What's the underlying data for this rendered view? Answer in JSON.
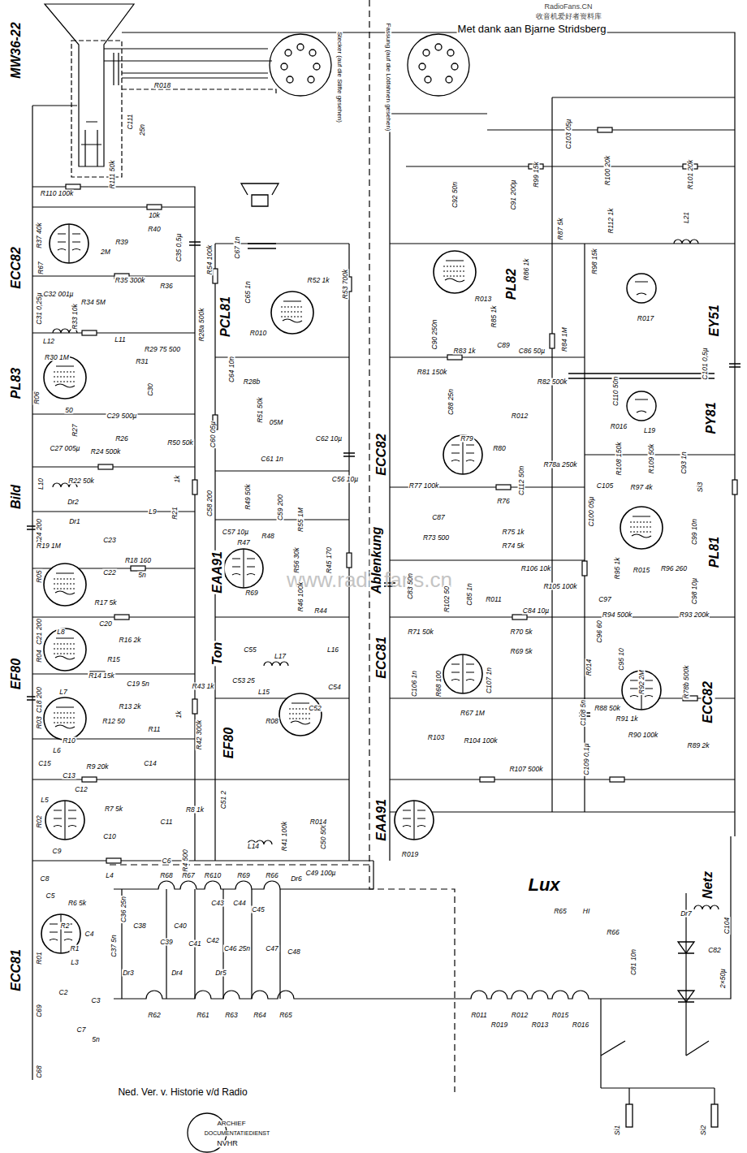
{
  "diagram": {
    "labels": [
      "RadioFans.CN",
      "收音机爱好者资料库",
      "Met dank aan Bjarne Stridsberg",
      "MW36-22",
      "ECC82",
      "PL83",
      "Bild",
      "EF80",
      "ECC81",
      "PCL81",
      "EAA91",
      "Ton",
      "EF80",
      "Ablenkung",
      "PL82",
      "EY51",
      "PY81",
      "ECC82",
      "PL81",
      "ECC81",
      "ECC82",
      "EAA91",
      "Lux",
      "Netz",
      "Ned. Ver. v. Historie v/d Radio",
      "ARCHIEF",
      "DOCUMENTATIEDIENST",
      "NVHR",
      "Stecker (auf die Stifte gesehen)",
      "Fassung (auf die Lötfahnen gesehen)",
      "www.radiofans.cn",
      "R110 100k",
      "R111 50k",
      "C111",
      "25n",
      "R018",
      "R40",
      "10k",
      "R39",
      "2M",
      "R37 40k",
      "R67",
      "C32 001µ",
      "R34 5M",
      "R35 300k",
      "R36",
      "C35 0,5µ",
      "R33 10k",
      "C31 0,25µ",
      "L12",
      "R30 1M",
      "L11",
      "R31",
      "R29 75 500",
      "R06",
      "50",
      "R27",
      "C30",
      "C29 500µ",
      "C27 005µ",
      "R24 500k",
      "R26",
      "L10",
      "R22 50k",
      "Dr2",
      "L9",
      "R21",
      "1k",
      "C24 200",
      "Dr1",
      "C23",
      "R19 1M",
      "R18 160",
      "R17 5k",
      "5n",
      "R05",
      "C22",
      "C21 200",
      "L8",
      "R04",
      "R16 2k",
      "R15",
      "C20",
      "C19 5n",
      "R14 15k",
      "C18 200",
      "L7",
      "R13 2k",
      "R12 50",
      "R03",
      "R10",
      "R11",
      "1k",
      "L6",
      "C15",
      "R9 20k",
      "C14",
      "C13",
      "R7 5k",
      "R8 1k",
      "L5",
      "C12",
      "C10",
      "C11",
      "R02",
      "C9",
      "R4 500",
      "C6",
      "C8",
      "C5",
      "R6 5k",
      "L4",
      "R2",
      "R1",
      "C4",
      "L3",
      "R01",
      "C69",
      "C68",
      "C2",
      "C3",
      "C7",
      "5n",
      "R54 100k",
      "C67 1n",
      "C65 1n",
      "R28a 500k",
      "R52 1k",
      "R53 700k",
      "R010",
      "C64 10n",
      "R51 50k",
      "R28b",
      "05M",
      "C60 05µ",
      "C61 1n",
      "C62 10µ",
      "C56 10µ",
      "R50 50k",
      "R49 50k",
      "C58 200",
      "C57 10µ",
      "C59 200",
      "R47",
      "R48",
      "R55 1M",
      "R56 30k",
      "R46 100k",
      "R45 170",
      "R44",
      "R69",
      "C55",
      "L17",
      "L16",
      "L15",
      "R43 1k",
      "C53 25",
      "C54",
      "C52",
      "R42 300k",
      "R08",
      "C51 2",
      "R41 100k",
      "C50 500",
      "L14",
      "C49 100µ",
      "Dr6",
      "R68",
      "R67",
      "R610",
      "R69",
      "R66",
      "C36 25n",
      "C37 5n",
      "C38",
      "C39",
      "C40",
      "C41",
      "C42",
      "C43",
      "C44",
      "C45",
      "C46 25n",
      "C47",
      "C48",
      "Dr3",
      "Dr4",
      "Dr5",
      "R62",
      "R61",
      "R63",
      "R64",
      "R65",
      "R014",
      "R011",
      "R019",
      "R012",
      "R013",
      "R015",
      "R016",
      "R65",
      "HI",
      "R66",
      "C81 10n",
      "C82",
      "C104",
      "2×50µ",
      "Dr7",
      "Si1",
      "Si2",
      "C103 05µ",
      "R99 15k",
      "R100 20k",
      "R101 20k",
      "C92 50n",
      "C91 200µ",
      "R87 5k",
      "R112 1k",
      "L21",
      "R98 15k",
      "R86 1k",
      "R013",
      "R85 1k",
      "R84 1M",
      "C90 250n",
      "C89",
      "R83 1k",
      "C86 50µ",
      "R81 150k",
      "R82 500k",
      "C88 25n",
      "R79",
      "R80",
      "R012",
      "R78a 250k",
      "R77 100k",
      "C112 50n",
      "R76",
      "C87",
      "R73 500",
      "R75 1k",
      "R74 5k",
      "R106 10k",
      "R105 100k",
      "C84 10µ",
      "R102 50",
      "C83 50n",
      "C85 1n",
      "R011",
      "R71 50k",
      "R70 5k",
      "R69 5k",
      "C106 1n",
      "R68 100",
      "C107 1n",
      "R67 1M",
      "R103",
      "R104 100k",
      "R107 500k",
      "R88 50k",
      "C108 5n",
      "C109 0,1µ",
      "R019",
      "R017",
      "C101 0,5µ",
      "C110 50n",
      "R016",
      "R108 150k",
      "R109 50k",
      "C93 1n",
      "L19",
      "C105",
      "R97 4k",
      "Si3",
      "C100 05µ",
      "R015",
      "C99 10n",
      "C98 10µ",
      "R96 260",
      "R95 1k",
      "C97",
      "R94 500k",
      "R93 200k",
      "C96 60",
      "C95 10",
      "R014",
      "R92 2M",
      "R78b 500k",
      "R91 1k",
      "R90 100k",
      "R89 2k"
    ]
  }
}
